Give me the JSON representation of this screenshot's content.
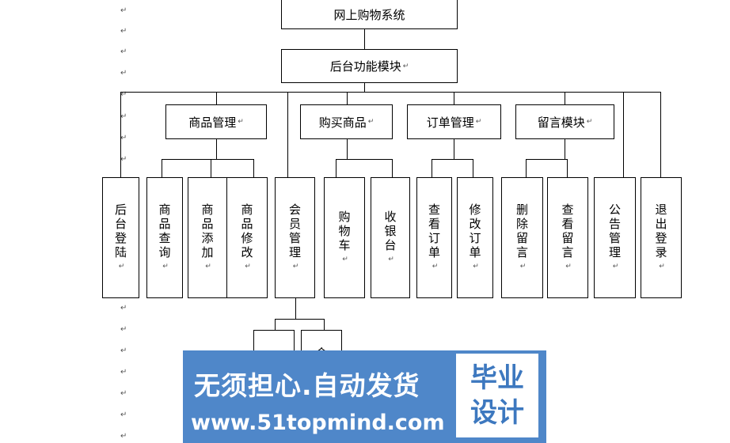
{
  "diagram": {
    "root": "网上购物系统",
    "backend": "后台功能模块",
    "groups": [
      {
        "label": "商品管理"
      },
      {
        "label": "购买商品"
      },
      {
        "label": "订单管理"
      },
      {
        "label": "留言模块"
      }
    ],
    "leaves": [
      {
        "label": "后台登陆"
      },
      {
        "label": "商品查询"
      },
      {
        "label": "商品添加"
      },
      {
        "label": "商品修改"
      },
      {
        "label": "会员管理"
      },
      {
        "label": "购物车"
      },
      {
        "label": "收银台"
      },
      {
        "label": "查看订单"
      },
      {
        "label": "修改订单"
      },
      {
        "label": "删除留言"
      },
      {
        "label": "查看留言"
      },
      {
        "label": "公告管理"
      },
      {
        "label": "退出登录"
      }
    ],
    "extra_partial": "会"
  },
  "editor": {
    "paragraph_mark": "↵"
  },
  "watermark": {
    "slogan": "无须担心.自动发货",
    "url": "www.51topmind.com",
    "badge_line1": "毕业",
    "badge_line2": "设计"
  }
}
